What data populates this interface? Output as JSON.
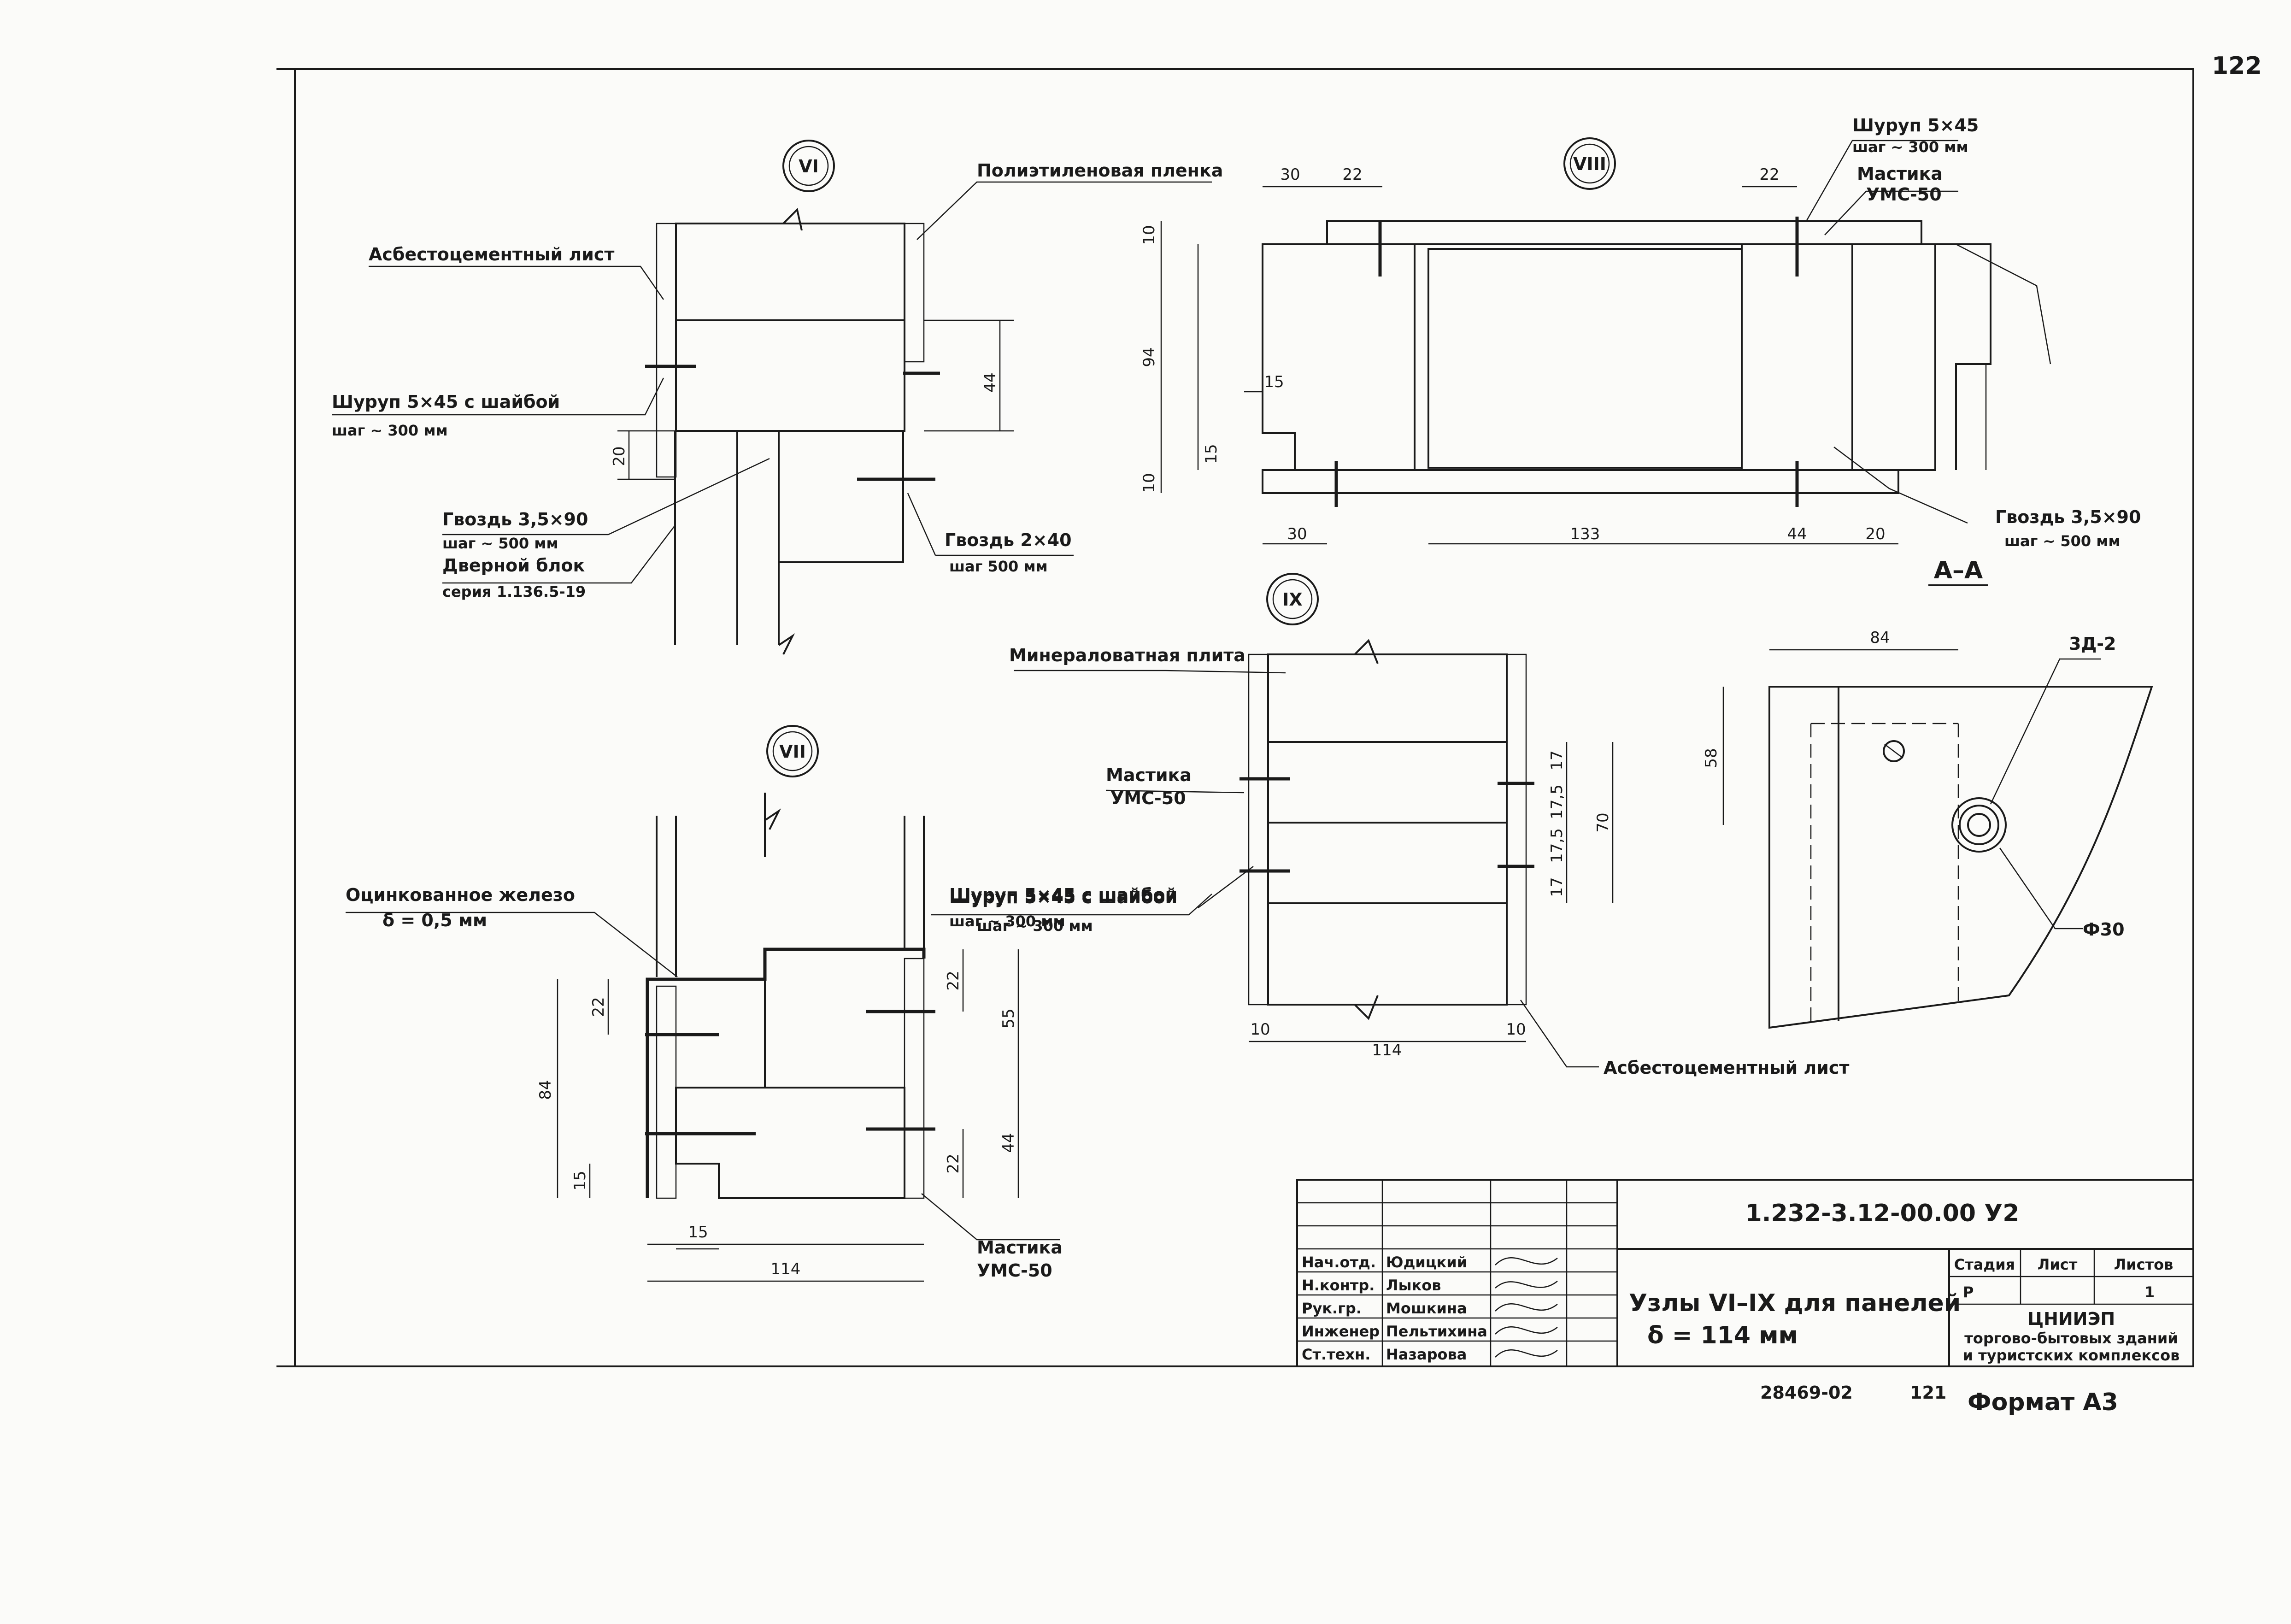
{
  "page_number": "122",
  "nodes": {
    "vi": {
      "marker": "VI",
      "labels": {
        "film": "Полиэтиленовая пленка",
        "asbestos_sheet": "Асбестоцементный лист",
        "screw": "Шуруп 5×45 с шайбой",
        "screw_step": "шаг ~ 300 мм",
        "nail": "Гвоздь 3,5×90",
        "nail_step": "шаг ~ 500 мм",
        "door_block": "Дверной блок",
        "door_series": "серия 1.136.5-19",
        "nail2": "Гвоздь 2×40",
        "nail2_step": "шаг 500 мм"
      },
      "dims": [
        "44",
        "20"
      ]
    },
    "vii": {
      "marker": "VII",
      "labels": {
        "galvanized": "Оцинкованное железо",
        "thickness": "δ = 0,5 мм",
        "screw": "Шуруп 5×45 с шайбой",
        "screw_step": "шаг ~ 300 мм",
        "mastic": "Мастика",
        "mastic_type": "УМС-50"
      },
      "dims": [
        "22",
        "84",
        "15",
        "22",
        "55",
        "22",
        "44",
        "15",
        "114"
      ]
    },
    "viii": {
      "marker": "VIII",
      "labels": {
        "screw": "Шуруп 5×45",
        "screw_step": "шаг ~ 300 мм",
        "mastic": "Мастика",
        "mastic_type": "УМС-50",
        "nail": "Гвоздь 3,5×90",
        "nail_step": "шаг ~ 500 мм",
        "section": "А–А"
      },
      "dims": [
        "30",
        "22",
        "22",
        "10",
        "94",
        "15",
        "15",
        "10",
        "30",
        "133",
        "44",
        "20"
      ]
    },
    "ix": {
      "marker": "IX",
      "labels": {
        "mineral_wool": "Минераловатная плита",
        "mastic": "Мастика",
        "mastic_type": "УМС-50",
        "screw": "Шуруп 5×45 с шайбой",
        "screw_step": "шаг ~ 300 мм",
        "asbestos_sheet": "Асбестоцементный лист"
      },
      "dims": [
        "17",
        "17,5",
        "17,5",
        "17",
        "70",
        "10",
        "114",
        "10"
      ]
    },
    "aa": {
      "label_3d": "3Д-2",
      "diameter": "Ф30",
      "dims": [
        "84",
        "58"
      ]
    }
  },
  "title_block": {
    "doc_code": "1.232-3.12-00.00 У2",
    "roles": [
      "Нач.отд.",
      "Н.контр.",
      "Рук.гр.",
      "Инженер",
      "Ст.техн."
    ],
    "names": [
      "Юдицкий",
      "Лыков",
      "Мошкина",
      "Пельтихина",
      "Назарова"
    ],
    "title_line1": "Узлы VI–IX для панелей",
    "title_line2": "δ = 114 мм",
    "stage_head": "Стадия",
    "sheet_head": "Лист",
    "sheets_head": "Листов",
    "stage": "Р",
    "sheets": "1",
    "org1": "ЦНИИЭП",
    "org2": "торгово-бытовых зданий",
    "org3": "и туристских комплексов"
  },
  "footer": {
    "inv_number": "28469-02",
    "inv_page": "121",
    "format": "Формат А3"
  }
}
